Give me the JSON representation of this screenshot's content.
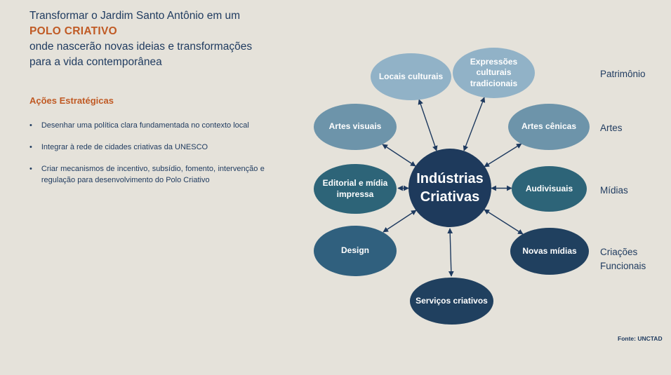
{
  "colors": {
    "background": "#e5e2da",
    "navy_text": "#1e3a5f",
    "accent_orange": "#c05a24",
    "node_light_blue": "#91b2c7",
    "node_medium_blue": "#6d94aa",
    "node_teal": "#2d6478",
    "node_steel_blue": "#30607e",
    "node_navy": "#20405f",
    "node_center_navy": "#1e3a5c",
    "arrow": "#1e3a5f"
  },
  "intro": {
    "line1": "Transformar o Jardim Santo Antônio em um",
    "highlight": "POLO CRIATIVO",
    "line2": "onde nascerão novas ideias e transformações para a vida contemporânea"
  },
  "actions": {
    "heading": "Ações Estratégicas",
    "bullet_glyph": "•",
    "items": [
      "Desenhar uma política clara fundamentada no contexto local",
      "Integrar à rede de cidades criativas da UNESCO",
      "Criar mecanismos de incentivo, subsídio, fomento, intervenção e regulação para desenvolvimento do Polo Criativo"
    ]
  },
  "diagram": {
    "center_label": "Indústrias Criativas",
    "nodes": [
      {
        "label": "Locais culturais"
      },
      {
        "label": "Expressões culturais tradicionais"
      },
      {
        "label": "Artes visuais"
      },
      {
        "label": "Artes cênicas"
      },
      {
        "label": "Editorial e mídia impressa"
      },
      {
        "label": "Audivisuais"
      },
      {
        "label": "Design"
      },
      {
        "label": "Novas mídias"
      },
      {
        "label": "Serviços criativos"
      }
    ],
    "categories": [
      {
        "label": "Patrimônio"
      },
      {
        "label": "Artes"
      },
      {
        "label": "Mídias"
      },
      {
        "label": "Criações Funcionais"
      }
    ]
  },
  "source": "Fonte: UNCTAD"
}
